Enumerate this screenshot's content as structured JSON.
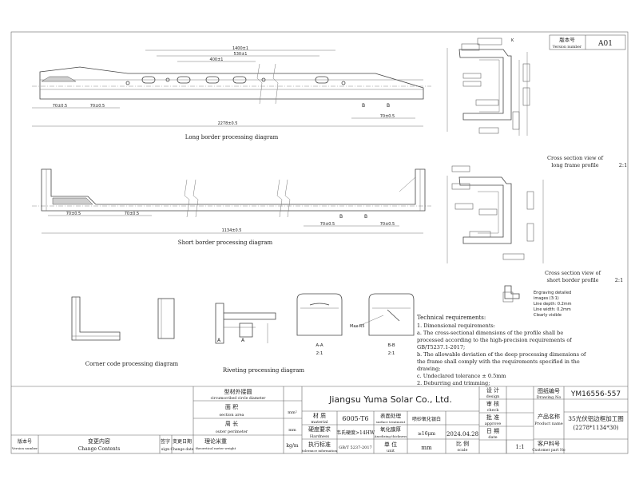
{
  "header": {
    "version_label_cn": "版本号",
    "version_label_en": "Version number",
    "version_value": "A01"
  },
  "views": {
    "long_border": "Long border processing diagram",
    "short_border": "Short border processing diagram",
    "corner_code": "Corner code processing diagram",
    "riveting": "Riveting processing diagram",
    "long_section_title": "Cross section view of long frame profile",
    "long_section_line1": "Cross section view of",
    "long_section_line2": "long frame profile",
    "long_section_scale": "2:1",
    "short_section_line1": "Cross section view of",
    "short_section_line2": "short border profile",
    "short_section_scale": "2:1",
    "section_aa": "A-A",
    "section_aa_scale": "2:1",
    "section_bb": "B-B",
    "section_bb_scale": "2:1",
    "max_r": "Max R5"
  },
  "dimensions": {
    "long_total": "2278±0.5",
    "long_70a": "70±0.5",
    "long_70b": "70±0.5",
    "long_70c": "70±0.5",
    "long_1400": "1400±1",
    "long_530": "530±1",
    "long_400": "400±1",
    "short_total": "1134±0.5",
    "short_70a": "70±0.5",
    "short_70b": "70±0.5",
    "short_70c": "70±0.5",
    "short_70d": "70±0.5",
    "label_a": "A",
    "label_b": "B"
  },
  "engraving": {
    "line1": "Engraving detailed",
    "line2": "images (3:1)",
    "line3": "Line depth: 0.2mm",
    "line4": "Line width: 0.2mm",
    "line5": "Clearly visible"
  },
  "requirements": {
    "title": "Technical requirements:",
    "items": [
      "1. Dimensional requirements:",
      "a. The cross-sectional dimensions of the profile shall be",
      "processed according to the high-precision requirements of",
      "GB/T5237.1-2017;",
      "b. The allowable deviation of the deep processing dimensions of",
      "the frame shall comply with the requirements specified in the",
      "drawing;",
      "c. Undeclared tolerance ± 0.5mm",
      "2. Deburring and trimming;"
    ]
  },
  "title_block": {
    "company": "Jiangsu Yuma Solar Co., Ltd.",
    "circle_cn": "型材外接圆",
    "circle_en": "circumscribed circle diameter",
    "area_cn": "面 积",
    "area_en": "section area",
    "area_unit": "mm²",
    "perim_cn": "周 长",
    "perim_en": "outer perimeter",
    "weight_cn": "理论米重",
    "weight_en": "theoretical meter weight",
    "weight_unit": "kg/m",
    "material_cn": "材 质",
    "material_en": "material",
    "material_value": "6005-T6",
    "hardness_cn": "硬度要求",
    "hardness_en": "Hardness",
    "hardness_value": "韦氏硬度>14HW",
    "standard_cn": "执行标准",
    "standard_en": "tolerance information",
    "standard_value": "GB/T 5237-2017",
    "surface_cn": "表面处理",
    "surface_en": "surface treatment",
    "surface_value": "喷砂氧化银白",
    "film_cn": "氧化膜厚",
    "film_en": "Anodizing thickness",
    "film_value": "≥16μm",
    "unit_cn": "单 位",
    "unit_en": "unit",
    "unit_value": "mm",
    "design_cn": "设 计",
    "design_en": "design",
    "check_cn": "审 核",
    "check_en": "check",
    "approve_cn": "批 准",
    "approve_en": "approve",
    "date_cn": "日 期",
    "date_en": "date",
    "date_value": "2024.04.28",
    "scale_cn": "比 例",
    "scale_en": "scale",
    "scale_value": "1:1",
    "drawing_no_cn": "图纸编号",
    "drawing_no_en": "Drawing No",
    "drawing_no_value": "YM16556-557",
    "product_cn": "产品名称",
    "product_en": "Product name",
    "product_value_1": "35光伏铝边框加工图",
    "product_value_2": "(2278*1134*30)",
    "customer_cn": "客户料号",
    "customer_en": "Customer part No",
    "ver_cn": "版本号",
    "ver_en": "Version number",
    "change_cn": "变更内容",
    "change_en": "Change Contents",
    "sign_cn": "签字",
    "sign_en": "sign",
    "chdate_cn": "变更日期",
    "chdate_en": "Change date"
  }
}
